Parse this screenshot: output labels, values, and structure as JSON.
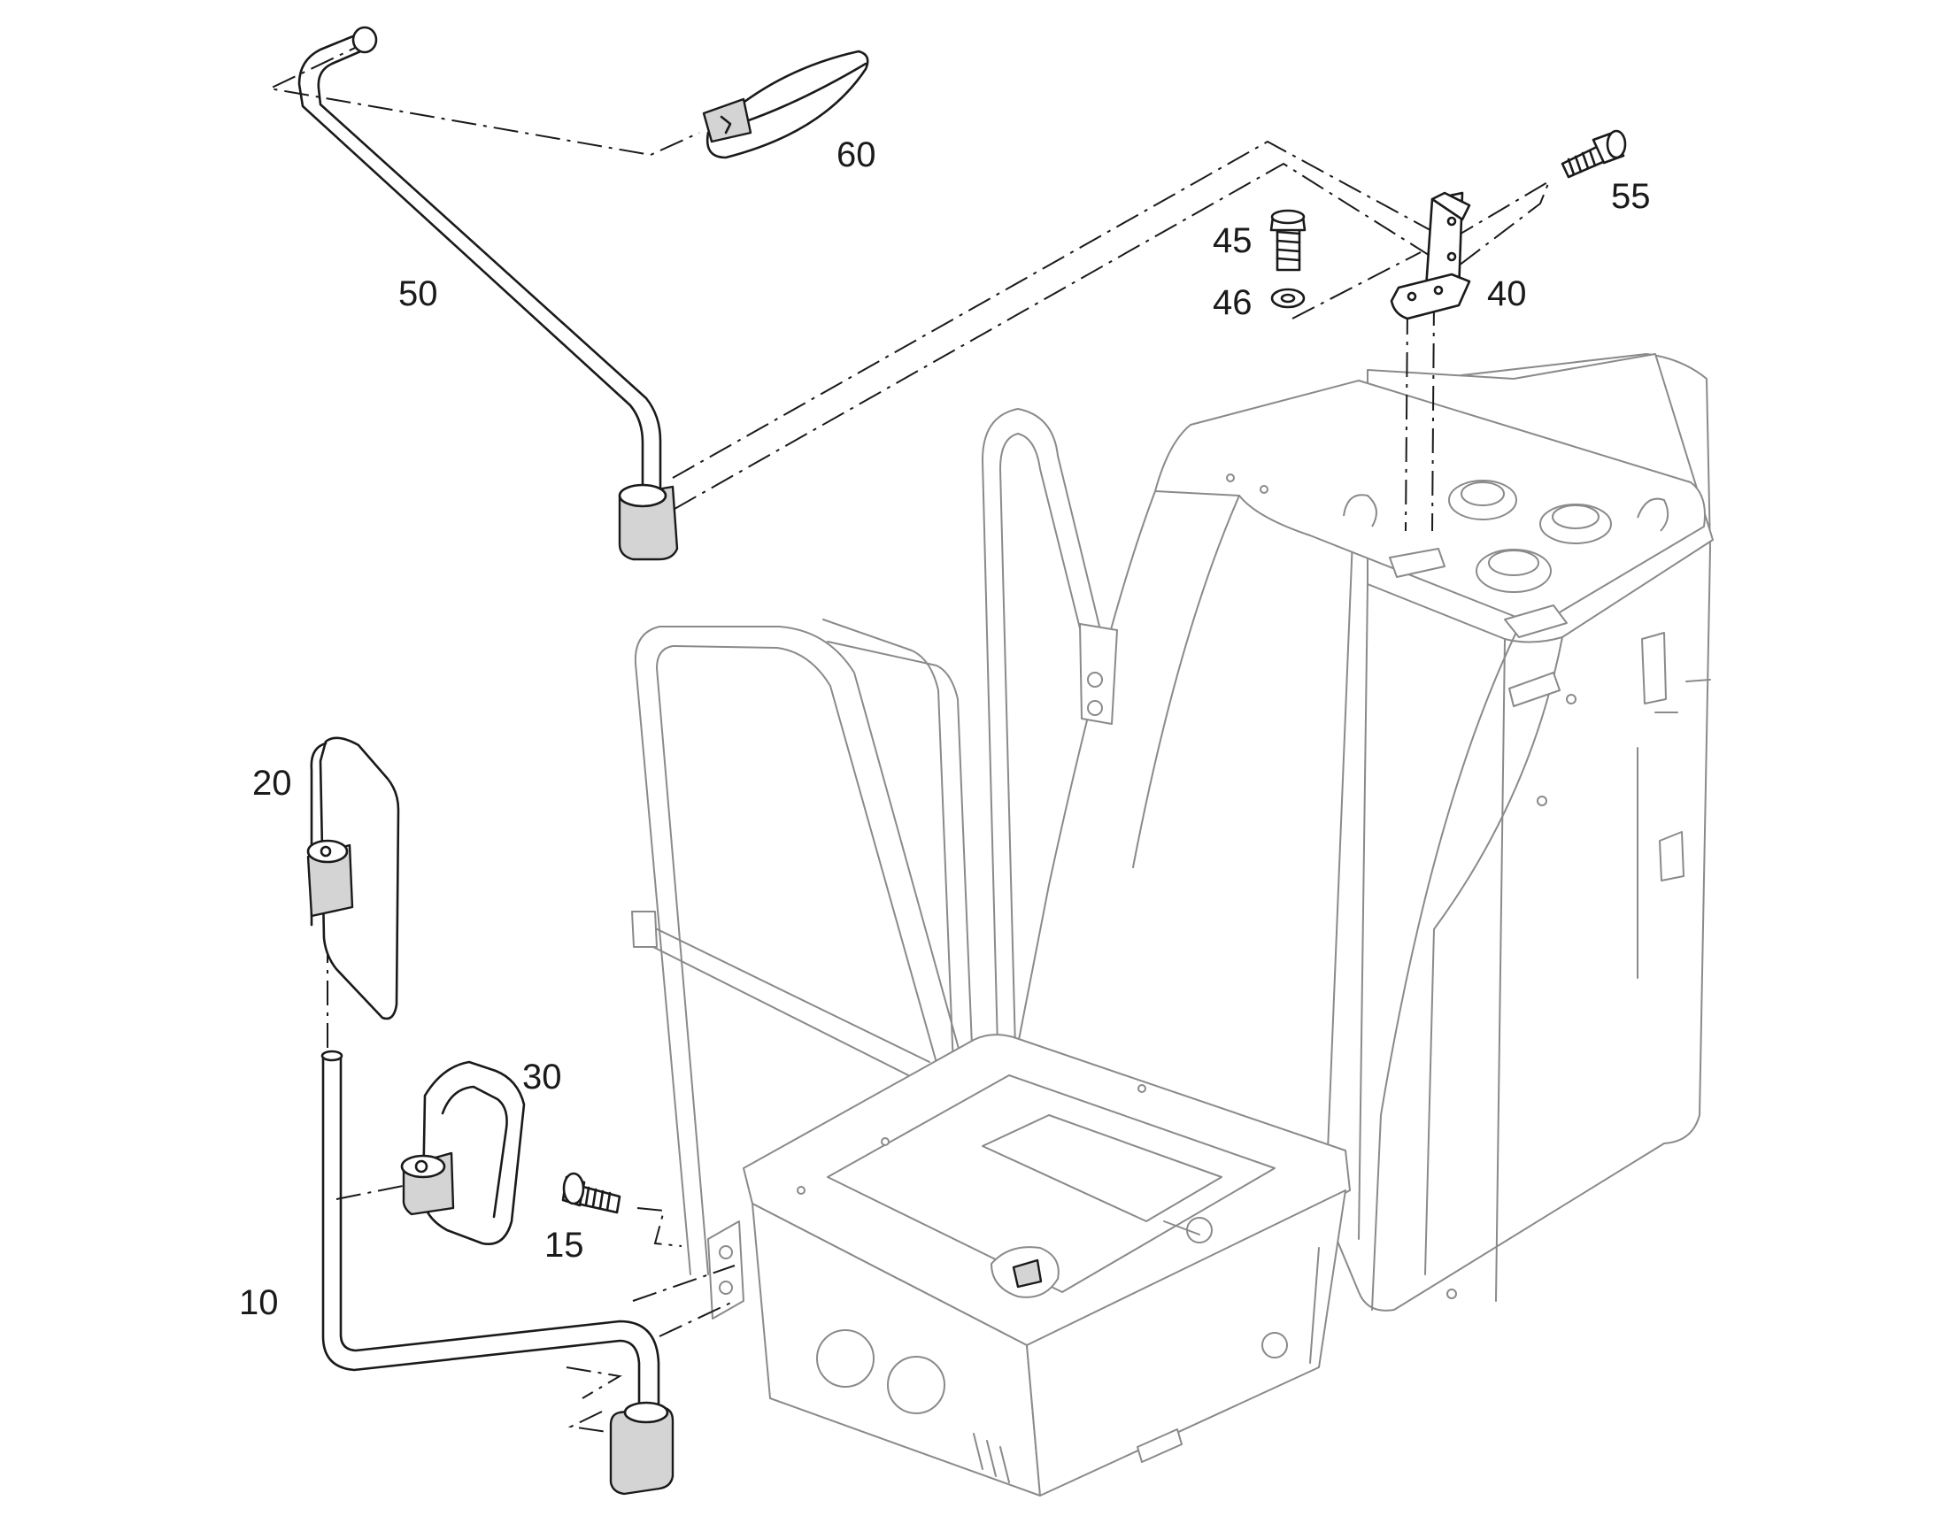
{
  "callouts": {
    "c10": "10",
    "c15": "15",
    "c20": "20",
    "c30": "30",
    "c40": "40",
    "c45": "45",
    "c46": "46",
    "c50": "50",
    "c55": "55",
    "c60": "60"
  },
  "colors": {
    "line": "#1a1a1a",
    "background_assembly": "#8a8a8a",
    "shading": "#d4d4d4",
    "background": "#ffffff"
  }
}
